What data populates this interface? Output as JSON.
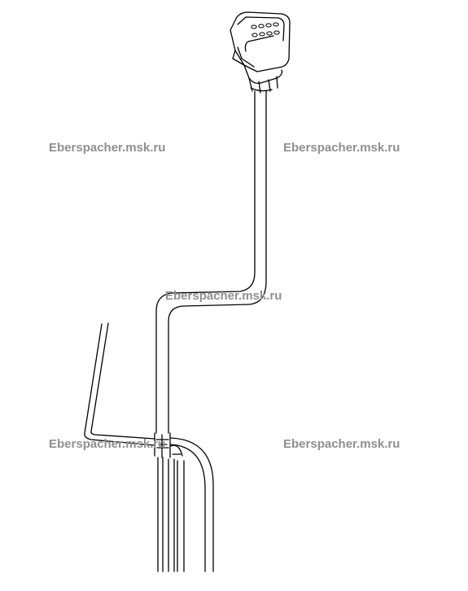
{
  "watermarks": [
    "Eberspacher.msk.ru",
    "Eberspacher.msk.ru",
    "Eberspacher.msk.ru",
    "Eberspacher.msk.ru",
    "Eberspacher.msk.ru"
  ],
  "colors": {
    "line": "#000000",
    "watermark": "#8f8f8f",
    "background": "#ffffff"
  }
}
